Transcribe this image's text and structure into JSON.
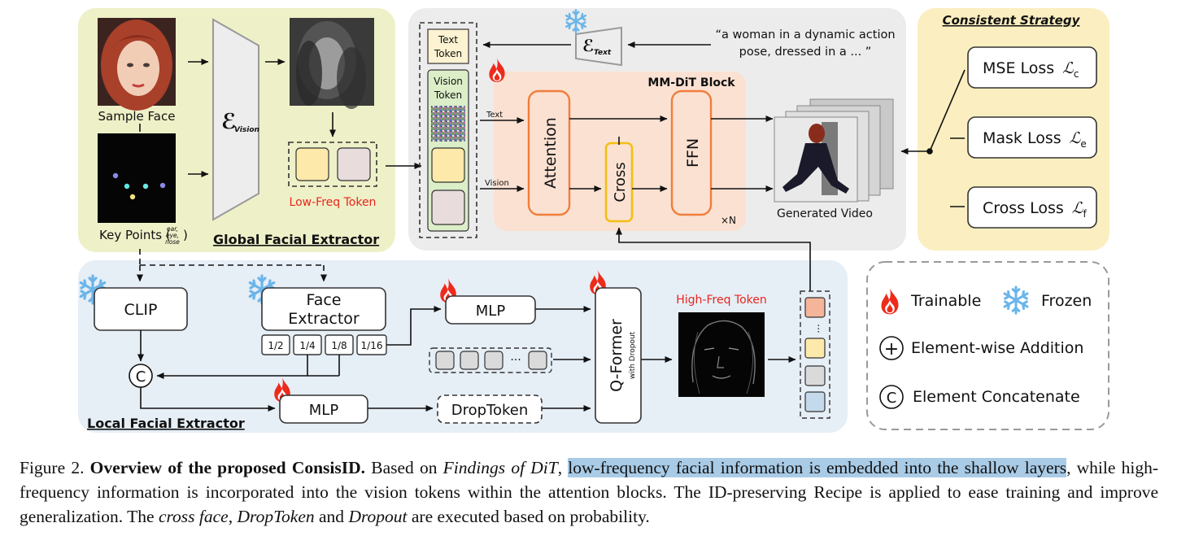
{
  "panels": {
    "global_title": "Global Facial Extractor",
    "local_title": "Local Facial Extractor",
    "strategy_title": "Consistent Strategy",
    "mmdit_title": "MM-DiT Block"
  },
  "global": {
    "sample_face": "Sample Face",
    "key_points": "Key Points (",
    "key_points_sub": [
      "ear,",
      "eye,",
      "nose"
    ],
    "key_points_close": ")",
    "encoder_symbol": "ℰ",
    "encoder_sub": "Vision",
    "low_freq_token": "Low-Freq Token"
  },
  "text_branch": {
    "encoder_symbol": "ℰ",
    "encoder_sub": "Text",
    "prompt_line1": "“a woman in a dynamic action",
    "prompt_line2": "pose, dressed in a ...  ”",
    "text_token": [
      "Text",
      "Token"
    ],
    "vision_token": [
      "Vision",
      "Token"
    ]
  },
  "mmdit": {
    "text_label": "Text",
    "vision_label": "Vision",
    "attention": "Attention",
    "cross": "Cross",
    "ffn": "FFN",
    "repeat": "×N",
    "generated_video": "Generated Video"
  },
  "strategy": {
    "losses": [
      {
        "name": "MSE Loss",
        "symbol": "ℒ",
        "sub": "c"
      },
      {
        "name": "Mask Loss",
        "symbol": "ℒ",
        "sub": "e"
      },
      {
        "name": "Cross Loss",
        "symbol": "ℒ",
        "sub": "f"
      }
    ]
  },
  "local": {
    "clip": "CLIP",
    "face_extractor": [
      "Face",
      "Extractor"
    ],
    "scales": [
      "1/2",
      "1/4",
      "1/8",
      "1/16"
    ],
    "concat_symbol": "C",
    "mlp_top": "MLP",
    "mlp_bottom": "MLP",
    "drop_token": "DropToken",
    "qformer": "Q-Former",
    "qformer_sub": "with Dropout",
    "high_freq_token": "High-Freq Token",
    "ellipsis": "···"
  },
  "legend": {
    "trainable": "Trainable",
    "frozen": "Frozen",
    "addition_symbol": "+",
    "addition": "Element-wise Addition",
    "concat_symbol": "C",
    "concat": "Element Concatenate"
  },
  "caption": {
    "label": "Figure 2.",
    "title": "Overview of the proposed ConsisID.",
    "p1": " Based on ",
    "findings": "Findings of DiT",
    "p2": ", ",
    "highlight": "low-frequency facial information is embedded into the shallow layers",
    "p3": ", while high-frequency information is incorporated into the vision tokens within the attention blocks. The ID-preserving Recipe is applied to ease training and improve generalization. The ",
    "cross_face": "cross face",
    "p4": ", ",
    "droptoken": "DropToken",
    "p5": " and ",
    "dropout": "Dropout",
    "p6": " are executed based on probability."
  },
  "colors": {
    "global_bg": "#eef0c8",
    "local_bg": "#e6eef6",
    "mmdit_bg": "#fbe1d2",
    "orange_box": "#f07e3a",
    "cross_box": "#f2c012",
    "strategy_bg": "#fbeec0",
    "outer_gray": "#ececec",
    "title_orange": "#f15a24",
    "high_freq_red": "#e8261c",
    "token_yellow": "#fde9a9",
    "token_pink": "#e8dcdc",
    "token_orange": "#f5b59a",
    "token_gray": "#dadada",
    "token_blue": "#c4d9ec",
    "vision_token_bg": "#dbeec8",
    "snow_blue": "#6ab5ea",
    "flame_red": "#ee2a1b"
  }
}
